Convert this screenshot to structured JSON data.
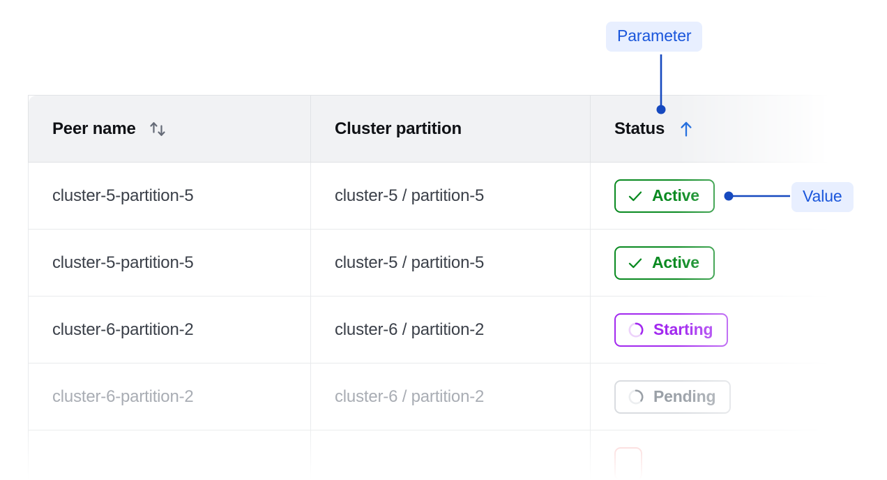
{
  "table": {
    "columns": [
      {
        "id": "peer-name",
        "label": "Peer name",
        "sort_icon": "sort-updown-icon",
        "sorted": false
      },
      {
        "id": "cluster-partition",
        "label": "Cluster partition",
        "sort_icon": null,
        "sorted": false
      },
      {
        "id": "status",
        "label": "Status",
        "sort_icon": "sort-up-icon",
        "sorted": true
      }
    ],
    "rows": [
      {
        "peer_name": "cluster-5-partition-5",
        "cluster_partition": "cluster-5 / partition-5",
        "status": {
          "label": "Active",
          "variant": "active",
          "icon": "check-icon"
        },
        "muted": false
      },
      {
        "peer_name": "cluster-5-partition-5",
        "cluster_partition": "cluster-5 / partition-5",
        "status": {
          "label": "Active",
          "variant": "active",
          "icon": "check-icon"
        },
        "muted": false
      },
      {
        "peer_name": "cluster-6-partition-2",
        "cluster_partition": "cluster-6 / partition-2",
        "status": {
          "label": "Starting",
          "variant": "starting",
          "icon": "spinner-icon"
        },
        "muted": false
      },
      {
        "peer_name": "cluster-6-partition-2",
        "cluster_partition": "cluster-6 / partition-2",
        "status": {
          "label": "Pending",
          "variant": "pending",
          "icon": "spinner-icon"
        },
        "muted": true
      },
      {
        "peer_name": "",
        "cluster_partition": "",
        "status": {
          "label": "",
          "variant": "error",
          "icon": "none"
        },
        "muted": true
      }
    ]
  },
  "annotations": {
    "parameter": {
      "label": "Parameter",
      "target": "status-column-header"
    },
    "value": {
      "label": "Value",
      "target": "status-badge-row-1"
    }
  },
  "colors": {
    "annotation_text": "#1a56db",
    "annotation_bg": "#e8efff",
    "connector": "#1649bf",
    "active": "#0a8a21",
    "starting": "#a229ef",
    "pending": "#9aa0a7",
    "header_bg": "#f1f2f4",
    "sort_active": "#1766dc"
  }
}
